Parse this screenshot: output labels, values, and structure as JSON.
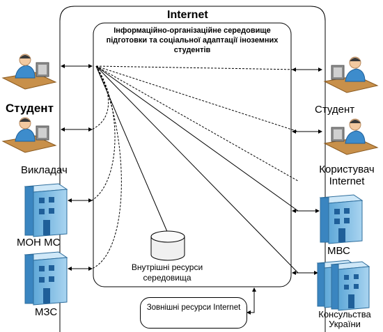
{
  "diagram": {
    "title": "Internet",
    "inner_title": "Інформаційно-організаційне середовище підготовки та соціальної адаптації іноземних студентів",
    "left_nodes": {
      "student": "Студент",
      "teacher": "Викладач",
      "mon": "МОН МС",
      "mzs": "МЗС"
    },
    "right_nodes": {
      "student": "Студент",
      "internet_user": "Користувач Internet",
      "mvs": "МВС",
      "consulate": "Консульства України"
    },
    "internal_resources": "Внутрішні ресурси середовища",
    "external_resources": "Зовнішні ресурси Internet"
  }
}
